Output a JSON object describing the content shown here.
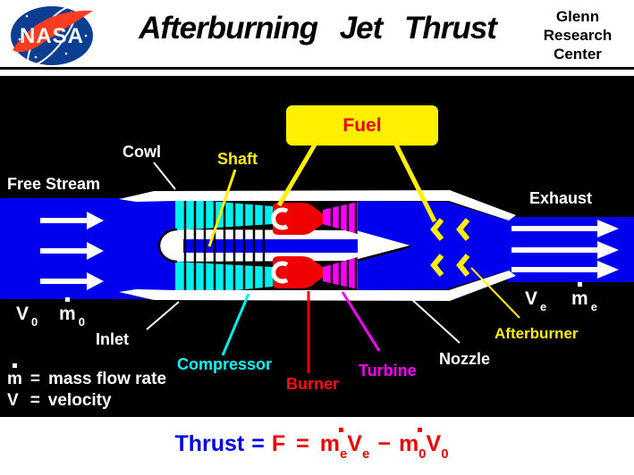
{
  "header": {
    "logo_text": "NASA",
    "title": "Afterburning  Jet  Thrust",
    "org": [
      "Glenn",
      "Research",
      "Center"
    ]
  },
  "diagram": {
    "labels": {
      "free_stream": "Free Stream",
      "cowl": "Cowl",
      "shaft": "Shaft",
      "fuel": "Fuel",
      "exhaust": "Exhaust",
      "inlet": "Inlet",
      "compressor": "Compressor",
      "burner": "Burner",
      "turbine": "Turbine",
      "nozzle": "Nozzle",
      "afterburner": "Afterburner"
    },
    "vars": {
      "v0": {
        "base": "V",
        "sub": "0"
      },
      "m0": {
        "base": "m",
        "sub": "0"
      },
      "ve": {
        "base": "V",
        "sub": "e"
      },
      "me": {
        "base": "m",
        "sub": "e"
      }
    },
    "legend": {
      "mass": {
        "symbol": "m",
        "eq": "=",
        "text": "mass flow rate"
      },
      "vel": {
        "symbol": "V",
        "eq": "=",
        "text": "velocity"
      }
    },
    "colors": {
      "flow_blue": "#0000ee",
      "compressor_cyan": "#00efef",
      "burner_red": "#f00000",
      "turbine_magenta": "#ff00ff",
      "fuel_yellow": "#fff000",
      "panel_black": "#000000",
      "casing_white": "#ffffff",
      "nasa_blue": "#0b3d91",
      "nasa_red": "#fc3d21"
    }
  },
  "equation": {
    "lhs": "Thrust",
    "eq1": "=",
    "f": "F",
    "eq2": "=",
    "me": {
      "base": "m",
      "sub": "e"
    },
    "ve": {
      "base": "V",
      "sub": "e"
    },
    "minus": "−",
    "m0": {
      "base": "m",
      "sub": "0"
    },
    "v0": {
      "base": "V",
      "sub": "0"
    }
  }
}
